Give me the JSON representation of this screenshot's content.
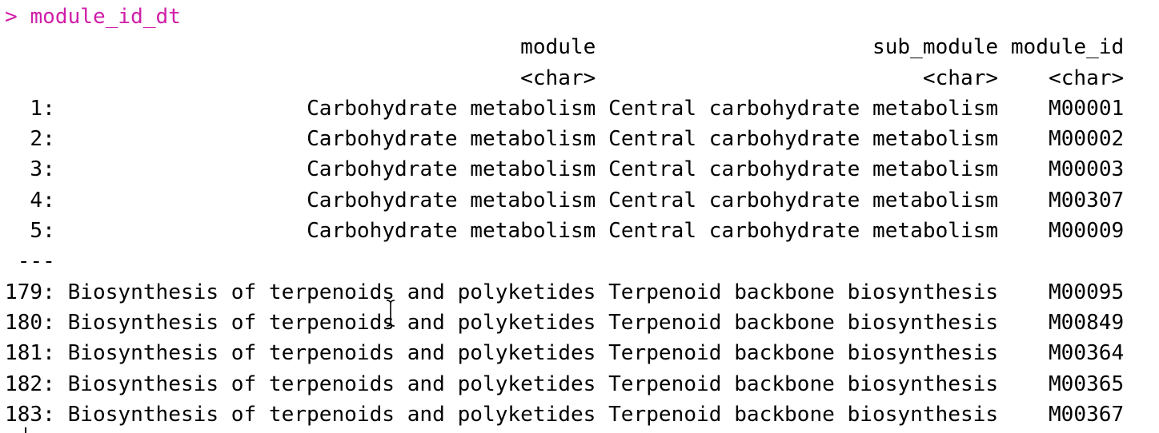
{
  "console": {
    "prompt": ">",
    "command": "module_id_dt"
  },
  "table": {
    "headers": [
      "module",
      "sub_module",
      "module_id"
    ],
    "types": [
      "<char>",
      "<char>",
      "<char>"
    ],
    "top_rows": [
      {
        "index": "1:",
        "module": "Carbohydrate metabolism",
        "sub_module": "Central carbohydrate metabolism",
        "module_id": "M00001"
      },
      {
        "index": "2:",
        "module": "Carbohydrate metabolism",
        "sub_module": "Central carbohydrate metabolism",
        "module_id": "M00002"
      },
      {
        "index": "3:",
        "module": "Carbohydrate metabolism",
        "sub_module": "Central carbohydrate metabolism",
        "module_id": "M00003"
      },
      {
        "index": "4:",
        "module": "Carbohydrate metabolism",
        "sub_module": "Central carbohydrate metabolism",
        "module_id": "M00307"
      },
      {
        "index": "5:",
        "module": "Carbohydrate metabolism",
        "sub_module": "Central carbohydrate metabolism",
        "module_id": "M00009"
      }
    ],
    "separator": "---",
    "bottom_rows": [
      {
        "index": "179:",
        "module": "Biosynthesis of terpenoids and polyketides",
        "sub_module": "Terpenoid backbone biosynthesis",
        "module_id": "M00095"
      },
      {
        "index": "180:",
        "module": "Biosynthesis of terpenoids and polyketides",
        "sub_module": "Terpenoid backbone biosynthesis",
        "module_id": "M00849"
      },
      {
        "index": "181:",
        "module": "Biosynthesis of terpenoids and polyketides",
        "sub_module": "Terpenoid backbone biosynthesis",
        "module_id": "M00364"
      },
      {
        "index": "182:",
        "module": "Biosynthesis of terpenoids and polyketides",
        "sub_module": "Terpenoid backbone biosynthesis",
        "module_id": "M00365"
      },
      {
        "index": "183:",
        "module": "Biosynthesis of terpenoids and polyketides",
        "sub_module": "Terpenoid backbone biosynthesis",
        "module_id": "M00367"
      }
    ]
  },
  "colors": {
    "prompt": "#d01fa8",
    "text": "#000000",
    "background": "#ffffff"
  },
  "icons": {
    "cursor": "text-cursor-icon"
  }
}
